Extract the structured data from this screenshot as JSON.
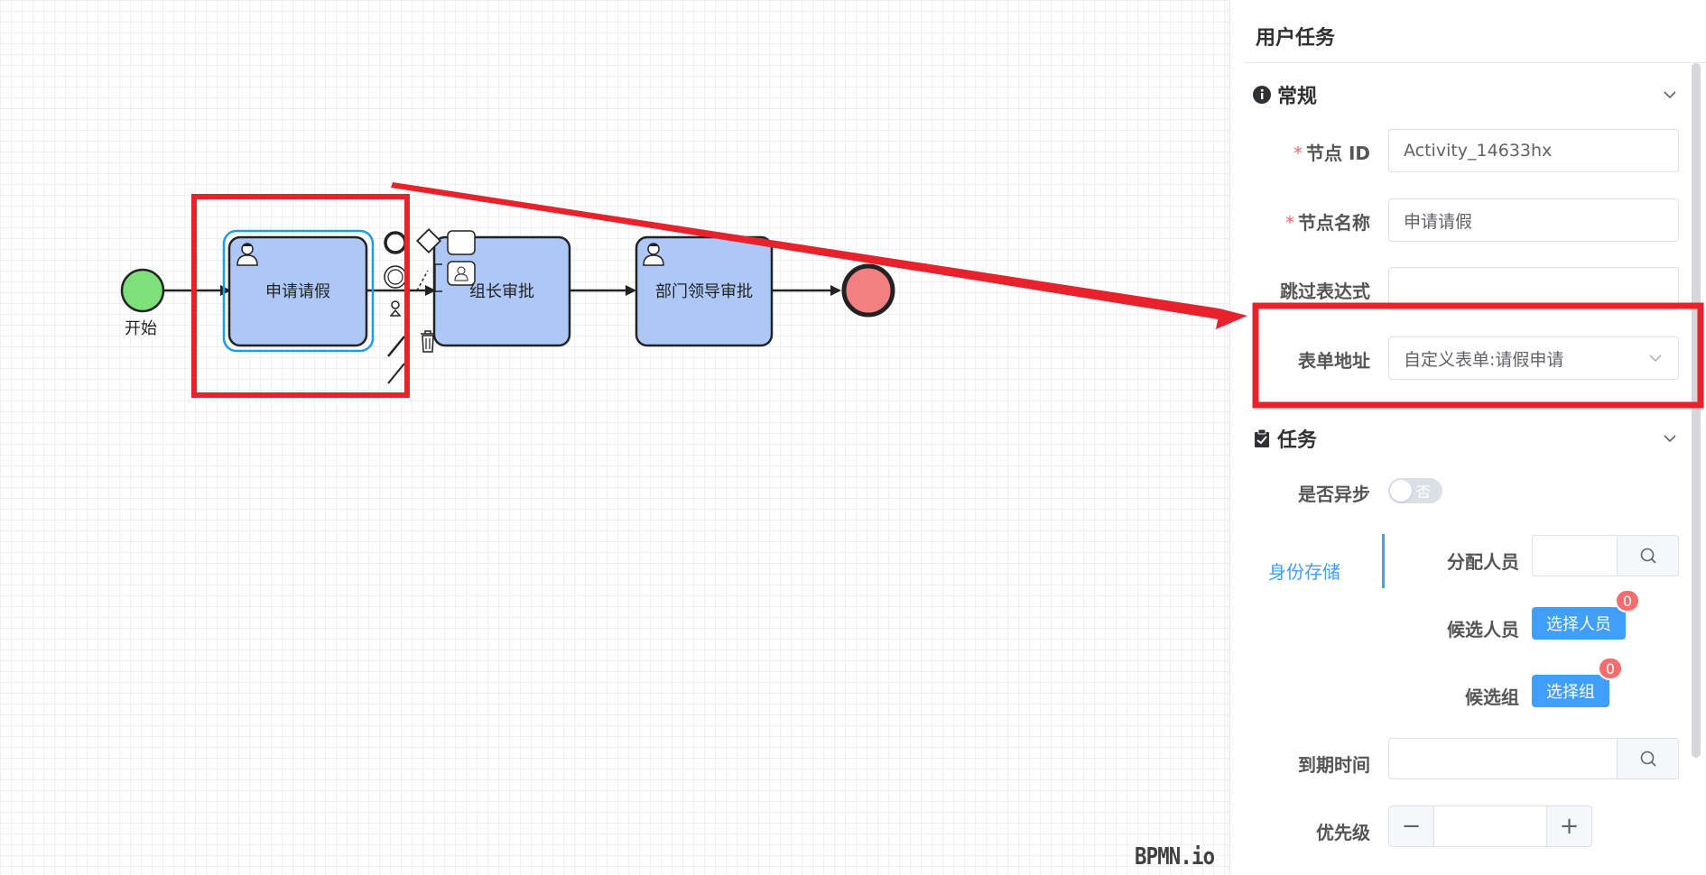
{
  "diagram": {
    "start_label": "开始",
    "task1_label": "申请请假",
    "task2_label": "组长审批",
    "task3_label": "部门领导审批"
  },
  "watermark": "BPMN.io",
  "panel": {
    "title": "用户任务",
    "general": {
      "section_label": "常规",
      "node_id_label": "节点 ID",
      "node_id_value": "Activity_14633hx",
      "node_name_label": "节点名称",
      "node_name_value": "申请请假",
      "skip_expr_label": "跳过表达式",
      "skip_expr_value": "",
      "form_url_label": "表单地址",
      "form_url_value": "自定义表单:请假申请"
    },
    "task": {
      "section_label": "任务",
      "async_label": "是否异步",
      "async_value": "否",
      "identity_tab": "身份存储",
      "assignee_label": "分配人员",
      "candidate_users_label": "候选人员",
      "candidate_users_button": "选择人员",
      "candidate_users_count": "0",
      "candidate_groups_label": "候选组",
      "candidate_groups_button": "选择组",
      "candidate_groups_count": "0",
      "due_date_label": "到期时间",
      "priority_label": "优先级"
    }
  },
  "colors": {
    "start_event": "#7ee07a",
    "end_event": "#f28080",
    "task_fill": "#adc8f7",
    "selection": "#1e9bea",
    "annotation": "#e8222c",
    "primary": "#409eff",
    "badge": "#f56c6c"
  }
}
